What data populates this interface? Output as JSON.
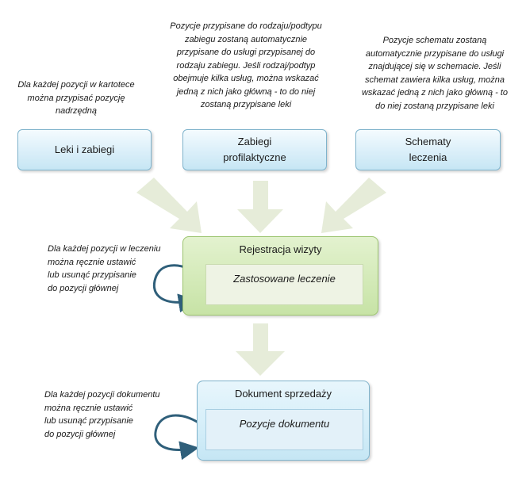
{
  "notes": {
    "left_top": "Dla każdej pozycji w kartotece\nmożna przypisać pozycję\nnadrzędną",
    "center_top": "Pozycje przypisane do rodzaju/podtypu\nzabiegu zostaną automatycznie\nprzypisane do usługi przypisanej do\nrodzaju zabiegu. Jeśli rodzaj/podtyp\nobejmuje kilka usług, można wskazać\njedną z nich jako główną - to do niej\nzostaną przypisane leki",
    "right_top": "Pozycje schematu zostaną\nautomatycznie przypisane do usługi\nznajdującej się w schemacie. Jeśli\nschemat zawiera kilka usług, można\nwskazać jedną z nich jako główną - to\ndo niej zostaną przypisane leki",
    "left_middle": "Dla każdej pozycji w leczeniu\nmożna ręcznie ustawić\nlub usunąć przypisanie\ndo pozycji głównej",
    "left_bottom": "Dla każdej pozycji dokumentu\nmożna ręcznie ustawić\nlub usunąć przypisanie\ndo pozycji głównej"
  },
  "sources": [
    {
      "label": "Leki i zabiegi"
    },
    {
      "label": "Zabiegi\nprofilaktyczne"
    },
    {
      "label": "Schematy\nleczenia"
    }
  ],
  "registration": {
    "title": "Rejestracja wizyty",
    "inner": "Zastosowane leczenie"
  },
  "sale": {
    "title": "Dokument sprzedaży",
    "inner": "Pozycje dokumentu"
  },
  "colors": {
    "arrow_fill": "#e6ecd9",
    "loop_stroke": "#2f5f7a",
    "green_border": "#9cc46f",
    "blue_border": "#7fb3cc"
  }
}
